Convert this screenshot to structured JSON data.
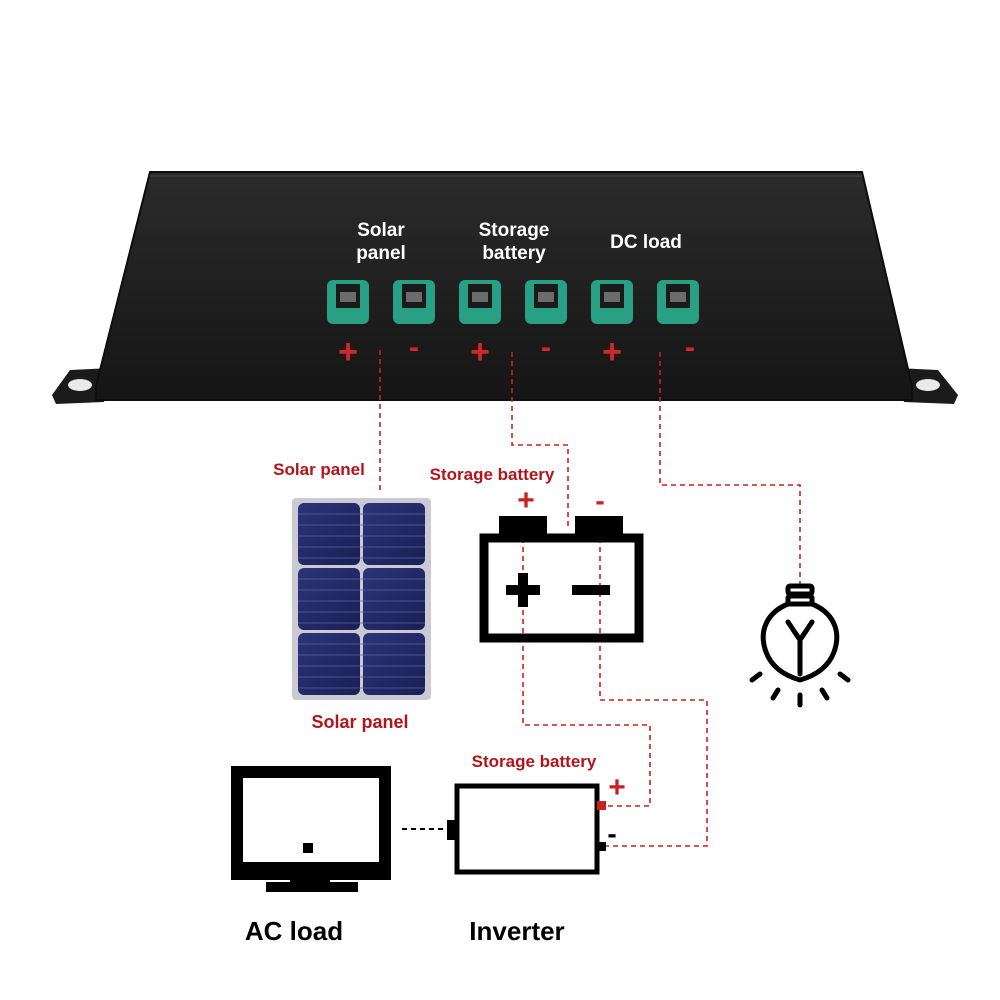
{
  "controller": {
    "labels": {
      "solar_line1": "Solar",
      "solar_line2": "panel",
      "battery_line1": "Storage",
      "battery_line2": "battery",
      "dc_load": "DC load"
    },
    "polarity": [
      "+",
      "-",
      "+",
      "-",
      "+",
      "-"
    ]
  },
  "diagram": {
    "solar_panel_top_label": "Solar panel",
    "solar_panel_bottom_label": "Solar panel",
    "storage_battery_label": "Storage battery",
    "storage_battery_plus": "+",
    "storage_battery_minus": "-",
    "inverter_battery_label": "Storage battery",
    "inverter_plus": "+",
    "inverter_minus": "-",
    "ac_load_label": "AC load",
    "inverter_label": "Inverter"
  },
  "colors": {
    "wire": "#cc1f1f",
    "label_red": "#b3141b",
    "terminal_green": "#27a083",
    "housing": "#1c1c1c"
  },
  "icons": [
    "solar-panel-icon",
    "battery-icon",
    "light-bulb-icon",
    "monitor-icon",
    "inverter-icon"
  ]
}
